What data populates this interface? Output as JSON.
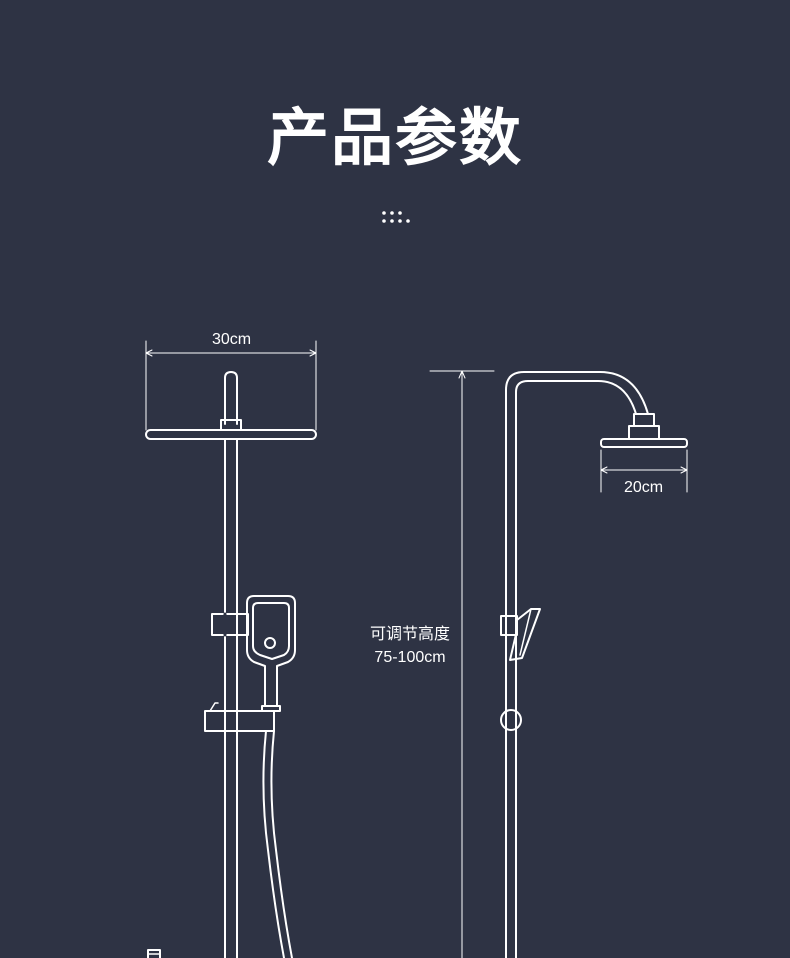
{
  "title": "产品参数",
  "dimensions": {
    "top_width": "30cm",
    "head_diameter": "20cm",
    "adjust_label": "可调节高度",
    "adjust_range": "75-100cm"
  },
  "colors": {
    "background": "#2e3344",
    "line": "#ffffff"
  }
}
